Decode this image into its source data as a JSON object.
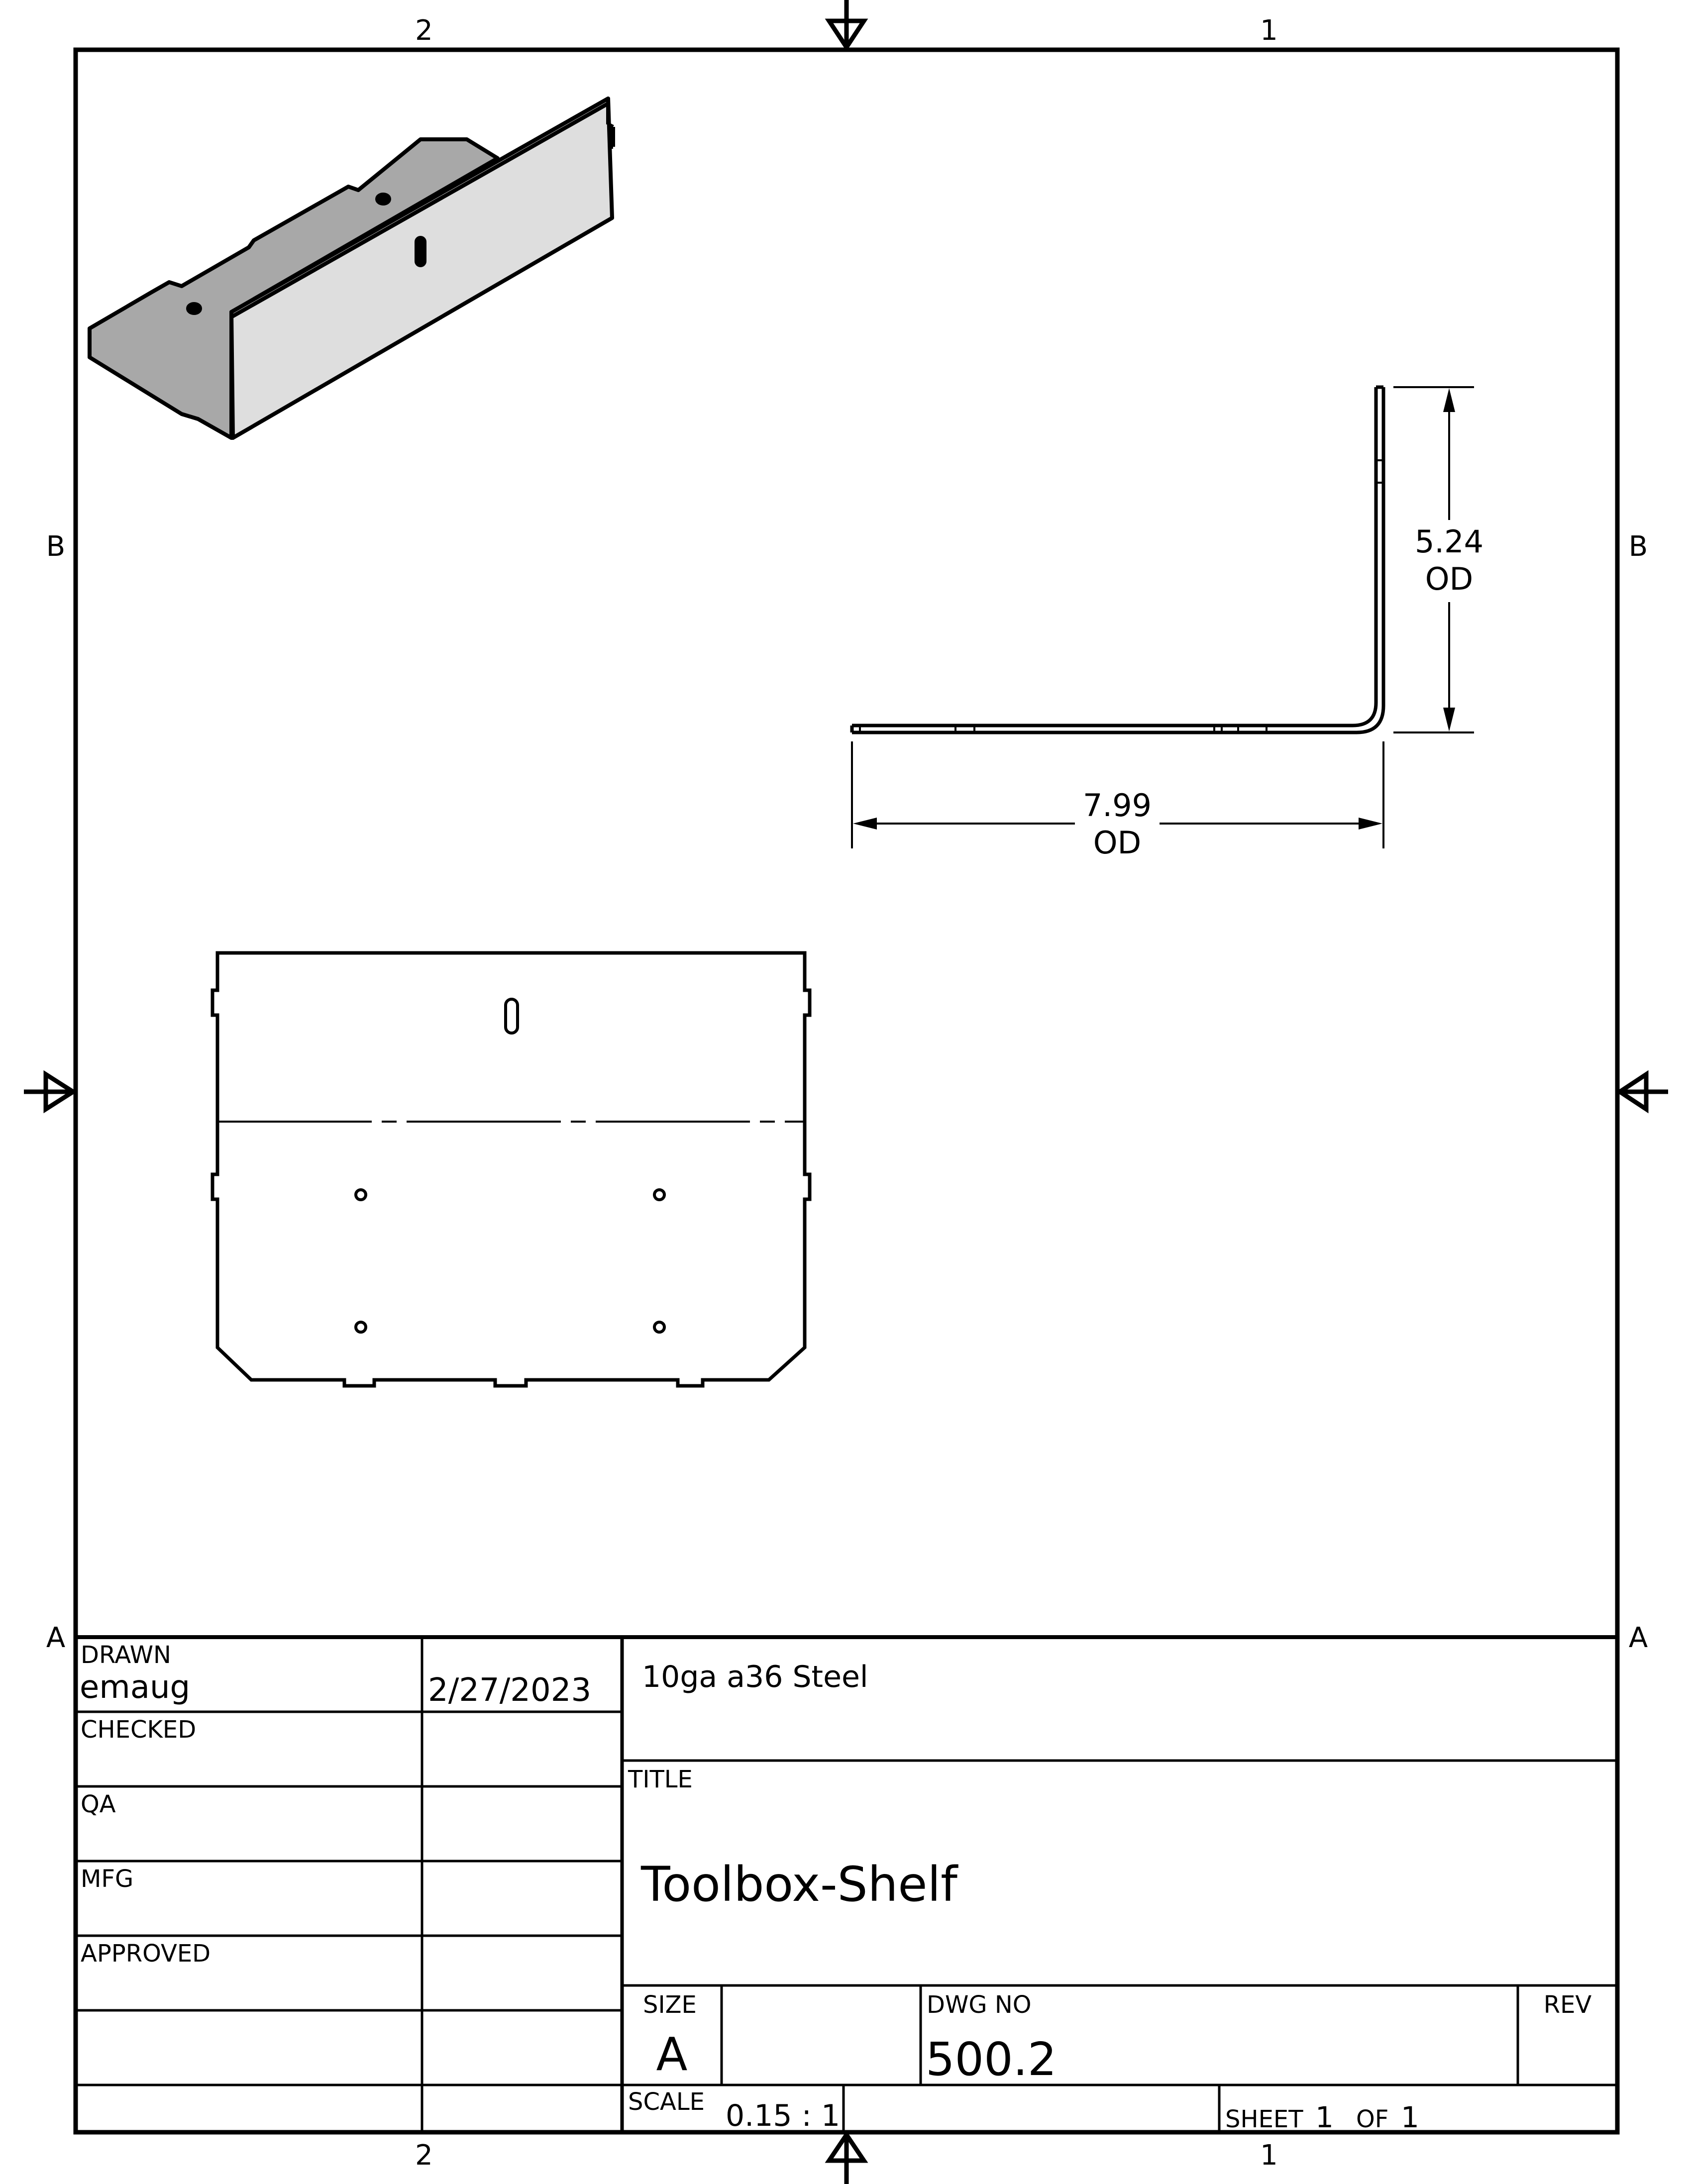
{
  "border": {
    "top_zones": [
      "2",
      "1"
    ],
    "bottom_zones": [
      "2",
      "1"
    ],
    "left_zones": [
      "B",
      "A"
    ],
    "right_zones": [
      "B",
      "A"
    ]
  },
  "dimensions": {
    "height": {
      "value": "5.24",
      "qualifier": "OD"
    },
    "width": {
      "value": "7.99",
      "qualifier": "OD"
    }
  },
  "title_block": {
    "drawn_label": "DRAWN",
    "drawn_by": "emaug",
    "drawn_date": "2/27/2023",
    "checked_label": "CHECKED",
    "qa_label": "QA",
    "mfg_label": "MFG",
    "approved_label": "APPROVED",
    "material": "10ga a36 Steel",
    "title_label": "TITLE",
    "title": "Toolbox-Shelf",
    "size_label": "SIZE",
    "size": "A",
    "dwg_no_label": "DWG NO",
    "dwg_no": "500.2",
    "rev_label": "REV",
    "scale_label": "SCALE",
    "scale": "0.15 : 1",
    "sheet_label": "SHEET",
    "sheet_number": "1",
    "of_label": "OF",
    "sheet_total": "1"
  },
  "colors": {
    "line": "#000000",
    "iso_top_face": "#a8a8a8",
    "iso_front_face": "#dedede",
    "paper": "#ffffff"
  }
}
